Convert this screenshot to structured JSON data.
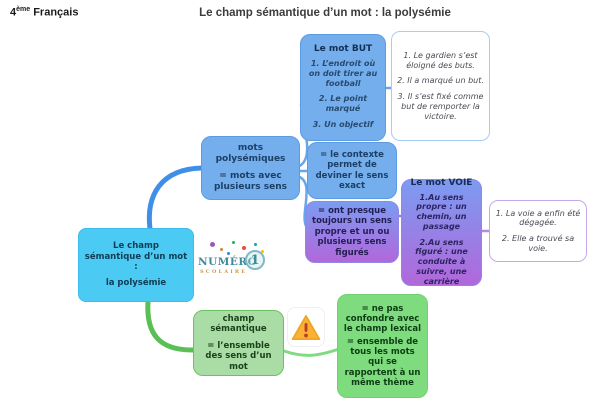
{
  "header": {
    "grade": "4",
    "grade_sup": "ème",
    "subject": "Français",
    "title": "Le champ sémantique d’un mot : la polysémie"
  },
  "logo": {
    "brand": "NUMÉRO",
    "number": "1",
    "tagline": "SCOLAIRE"
  },
  "colors": {
    "node_blue": "#74aeec",
    "node_root_cyan": "#4bcaf3",
    "gradient_top": "#7b9cf2",
    "gradient_bottom": "#b167da",
    "green_light": "#a9dda5",
    "green_bright": "#7edc7e",
    "connector_blue": "#3f8ee8",
    "connector_green": "#5abf55",
    "warning_yellow": "#f9b234",
    "warning_red": "#c0392b"
  },
  "nodes": {
    "root": {
      "line1": "Le champ sémantique d’un mot :",
      "line2": "la polysémie"
    },
    "mots_polysemiques": {
      "line1": "mots polysémiques",
      "line2": "= mots avec plusieurs sens"
    },
    "contexte": {
      "text": "= le contexte permet de deviner le sens exact"
    },
    "sens_propre": {
      "text": "= ont presque toujours un sens propre et un ou plusieurs sens figurés"
    },
    "but": {
      "title": "Le mot BUT",
      "items": [
        "1. L’endroit où on doit tirer au football",
        "2. Le point marqué",
        "3. Un objectif"
      ]
    },
    "but_examples": {
      "items": [
        "1. Le gardien s’est éloigné des buts.",
        "2. Il a marqué un but.",
        "3. Il s’est fixé comme but de remporter la victoire."
      ]
    },
    "voie": {
      "title": "Le mot VOIE",
      "items": [
        "1.Au sens propre : un chemin, un passage",
        "2.Au sens figuré : une conduite à suivre, une carrière"
      ]
    },
    "voie_examples": {
      "items": [
        "1. La voie a enfin été dégagée.",
        "2. Elle a trouvé sa voie."
      ]
    },
    "champ_semantique": {
      "line1": "champ sémantique",
      "line2": "= l’ensemble des sens d’un mot"
    },
    "champ_lexical": {
      "line1": "= ne pas confondre avec le champ lexical",
      "line2": "= ensemble de tous les mots qui se rapportent à un même thème"
    }
  }
}
